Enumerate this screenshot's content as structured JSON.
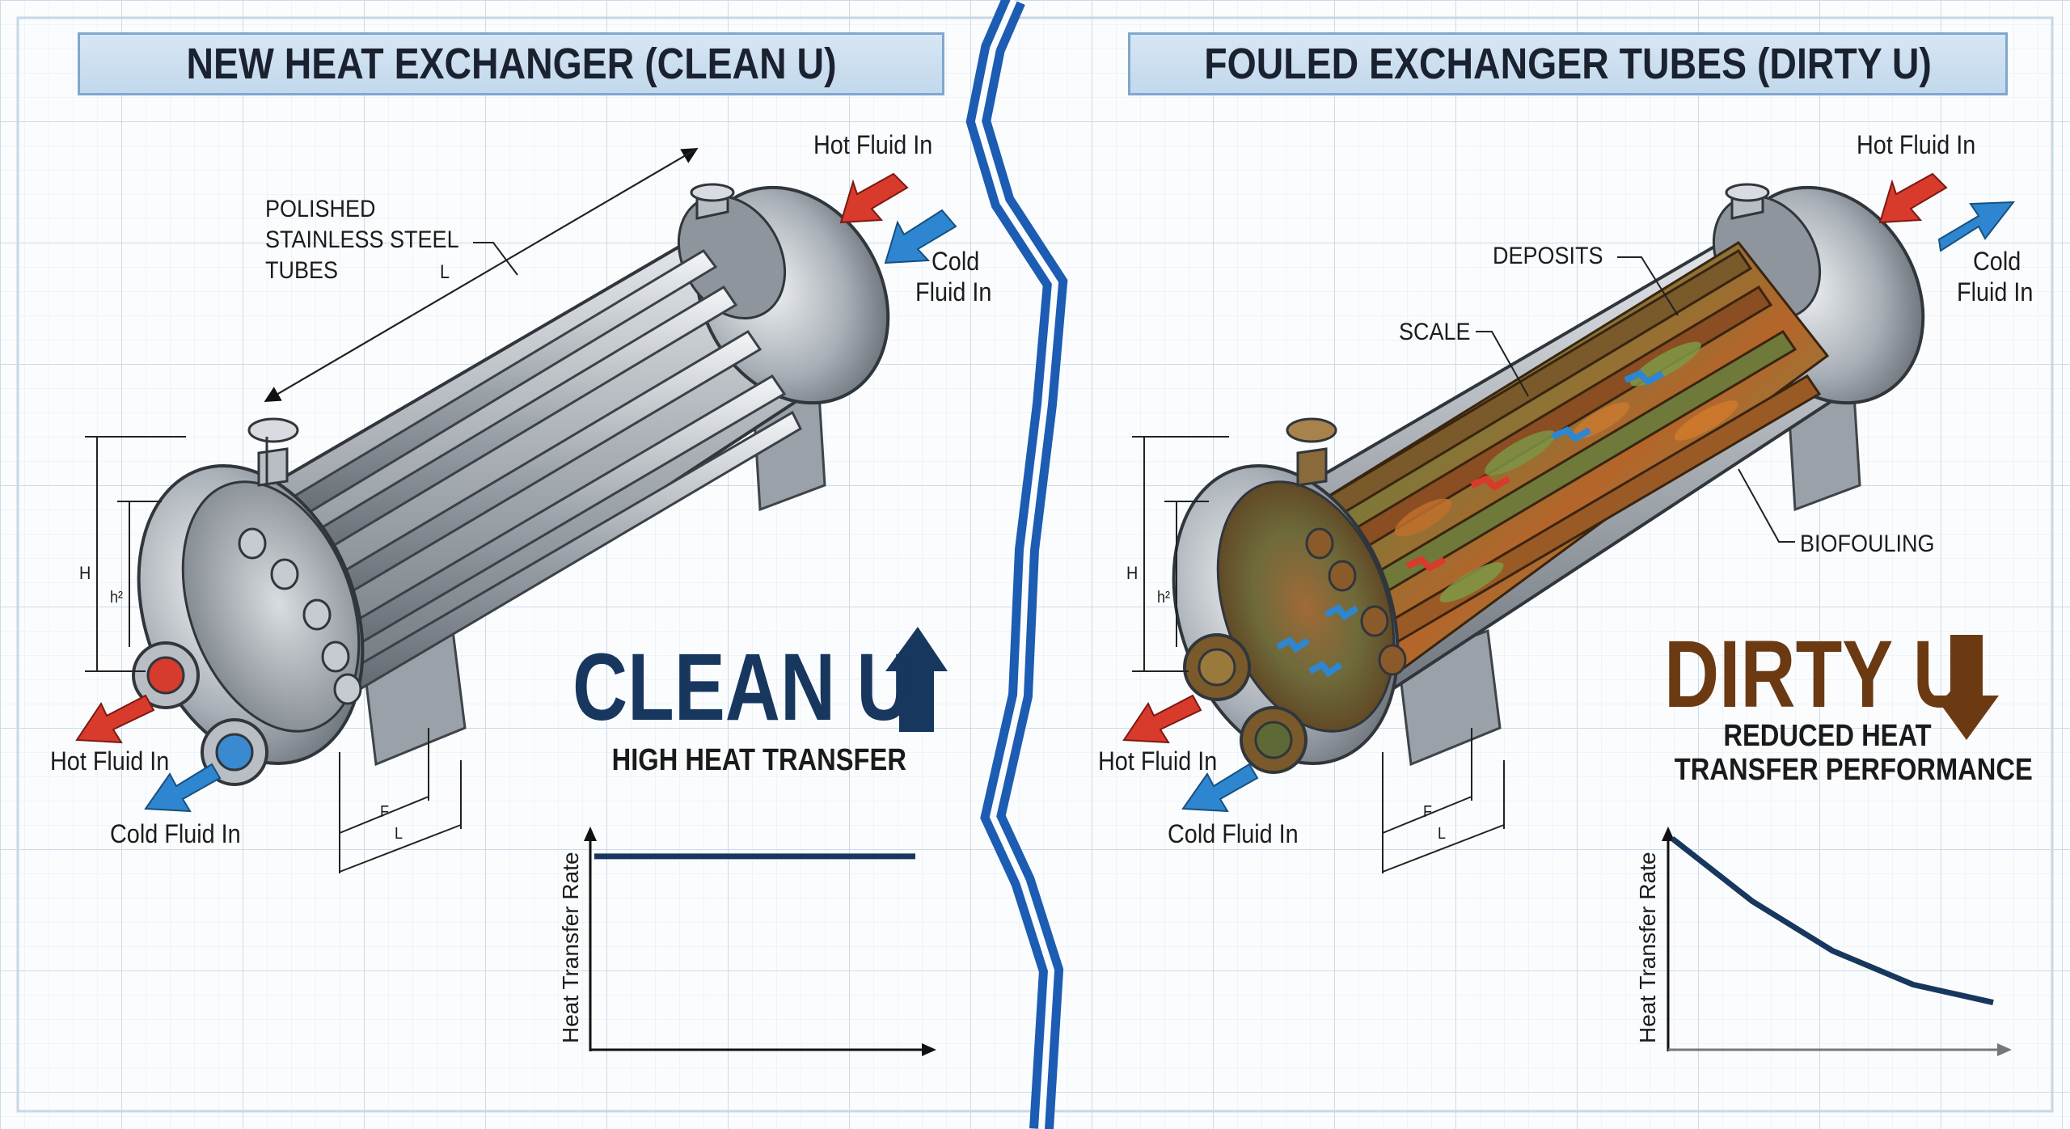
{
  "left": {
    "title": "NEW HEAT EXCHANGER (CLEAN U)",
    "hot_fluid_in_top": "Hot Fluid In",
    "cold_fluid_in_top": [
      "Cold",
      "Fluid In"
    ],
    "tubes_label": [
      "POLISHED",
      "STAINLESS STEEL",
      "TUBES"
    ],
    "dim_L_top": "L",
    "dim_H": "H",
    "dim_h2": "h²",
    "dim_F": "F",
    "dim_L_bottom": "L",
    "hot_fluid_in_bottom": "Hot Fluid In",
    "cold_fluid_in_bottom": "Cold Fluid In",
    "big_text": "CLEAN U",
    "sub_text": "HIGH HEAT TRANSFER",
    "chart_ylabel": "Heat Transfer Rate"
  },
  "right": {
    "title": "FOULED EXCHANGER TUBES (DIRTY U)",
    "hot_fluid_in_top": "Hot Fluid In",
    "cold_fluid_in_top": [
      "Cold",
      "Fluid In"
    ],
    "deposits": "DEPOSITS",
    "scale": "SCALE",
    "biofouling": "BIOFOULING",
    "dim_H": "H",
    "dim_h2": "h²",
    "dim_F": "F",
    "dim_L_bottom": "L",
    "hot_fluid_in_bottom": "Hot Fluid In",
    "cold_fluid_in_bottom": "Cold Fluid In",
    "big_text": "DIRTY U",
    "sub_text": [
      "REDUCED HEAT",
      "TRANSFER PERFORMANCE"
    ],
    "chart_ylabel": "Heat Transfer Rate"
  },
  "colors": {
    "navy": "#17375e",
    "brown": "#6b3a12",
    "hot_arrow": "#d83a2c",
    "cold_arrow": "#2d86cf",
    "divider": "#1c5cb3",
    "grid": "#cfe0ef"
  },
  "chart_data": [
    {
      "type": "line",
      "title": "",
      "xlabel": "",
      "ylabel": "Heat Transfer Rate",
      "series": [
        {
          "values": [
            0.86,
            0.86,
            0.86,
            0.86,
            0.86
          ]
        }
      ],
      "x": [
        0,
        0.25,
        0.5,
        0.75,
        1
      ]
    },
    {
      "type": "line",
      "title": "",
      "xlabel": "",
      "ylabel": "Heat Transfer Rate",
      "series": [
        {
          "values": [
            0.94,
            0.66,
            0.44,
            0.29,
            0.21
          ]
        }
      ],
      "x": [
        0,
        0.25,
        0.5,
        0.75,
        1
      ]
    }
  ]
}
